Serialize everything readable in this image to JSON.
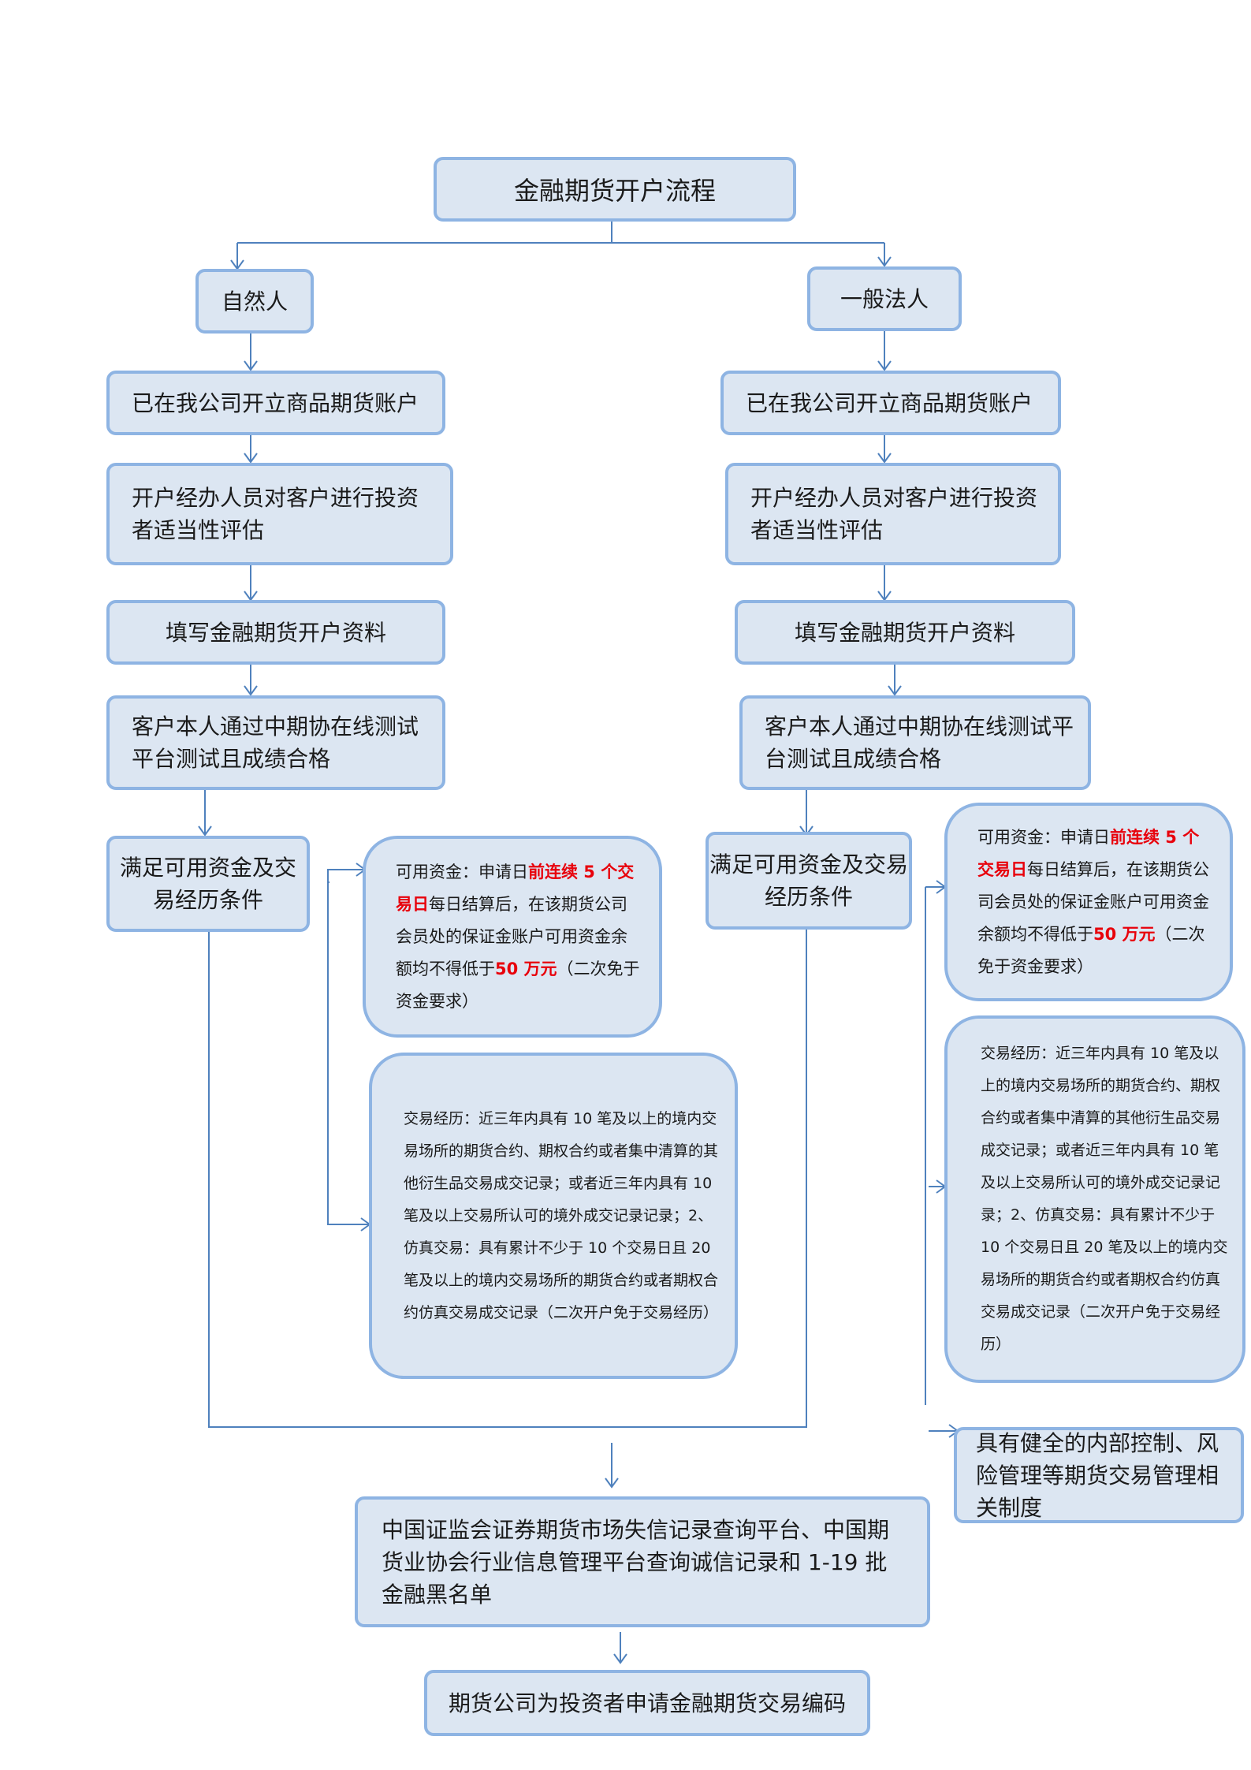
{
  "title": "金融期货开户流程",
  "left": {
    "header": "自然人",
    "step1": "已在我公司开立商品期货账户",
    "step2": "开户经办人员对客户进行投资者适当性评估",
    "step3": "填写金融期货开户资料",
    "step4": "客户本人通过中期协在线测试平台测试且成绩合格",
    "step5": "满足可用资金及交易经历条件"
  },
  "right": {
    "header": "一般法人",
    "step1": "已在我公司开立商品期货账户",
    "step2": "开户经办人员对客户进行投资者适当性评估",
    "step3": "填写金融期货开户资料",
    "step4": "客户本人通过中期协在线测试平台测试且成绩合格",
    "step5": "满足可用资金及交易经历条件",
    "extra": "具有健全的内部控制、风险管理等期货交易管理相关制度"
  },
  "funds_note": {
    "prefix": "可用资金：申请日",
    "highlight1": "前连续 5 个交易日",
    "middle": "每日结算后，在该期货公司会员处的保证金账户可用资金余额均不得低于",
    "highlight2": "50 万元",
    "suffix": "（二次免于资金要求）"
  },
  "experience_note": "交易经历：近三年内具有  10 笔及以上的境内交易场所的期货合约、期权合约或者集中清算的其他衍生品交易成交记录；或者近三年内具有  10 笔及以上交易所认可的境外成交记录记录；2、仿真交易：具有累计不少于 10 个交易日且 20  笔及以上的境内交易场所的期货合约或者期权合约仿真交易成交记录（二次开户免于交易经历）",
  "check": "中国证监会证券期货市场失信记录查询平台、中国期货业协会行业信息管理平台查询诚信记录和 1-19 批金融黑名单",
  "final": "期货公司为投资者申请金融期货交易编码",
  "colors": {
    "box_fill": "#dce6f2",
    "box_border": "#8eb4e3",
    "arrow": "#4f81bd",
    "highlight": "#e8000b"
  }
}
